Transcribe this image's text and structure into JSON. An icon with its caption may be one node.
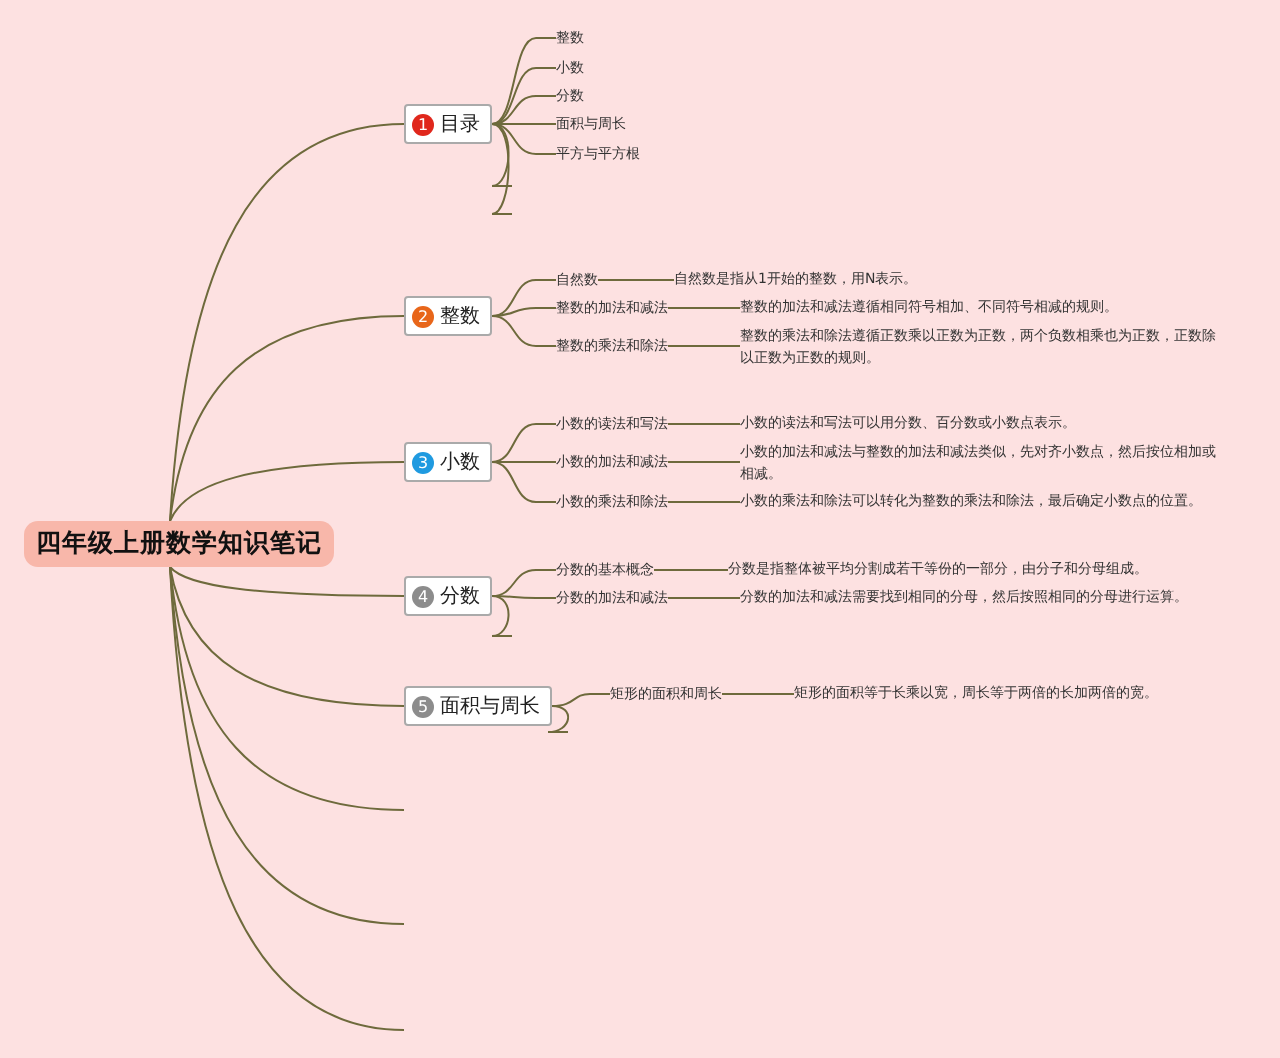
{
  "diagram": {
    "nodes": [
      {
        "text": [
          "四年级上册数学知识笔记"
        ]
      },
      {
        "text": [
          "1",
          "目录"
        ]
      },
      {
        "text": [
          "整数"
        ]
      },
      {
        "text": [
          "小数"
        ]
      },
      {
        "text": [
          "分数"
        ]
      },
      {
        "text": [
          "面积与周长"
        ]
      },
      {
        "text": [
          "平方与平方根"
        ]
      },
      {
        "text": [
          "2",
          "整数"
        ]
      },
      {
        "text": [
          "自然数"
        ]
      },
      {
        "text": [
          "自然数是指从1开始的整数，用N表示。"
        ]
      },
      {
        "text": [
          "整数的加法和减法"
        ]
      },
      {
        "text": [
          "整数的加法和减法遵循相同符号相加、不同符号相减的规则。"
        ]
      },
      {
        "text": [
          "整数的乘法和除法"
        ]
      },
      {
        "text": [
          "整数的乘法和除法遵循正数乘以正数为正数，两个负数相乘也为正数，正数除以正数为正数的规则。"
        ]
      },
      {
        "text": [
          "3",
          "小数"
        ]
      },
      {
        "text": [
          "小数的读法和写法"
        ]
      },
      {
        "text": [
          "小数的读法和写法可以用分数、百分数或小数点表示。"
        ]
      },
      {
        "text": [
          "小数的加法和减法"
        ]
      },
      {
        "text": [
          "小数的加法和减法与整数的加法和减法类似，先对齐小数点，然后按位相加或相减。"
        ]
      },
      {
        "text": [
          "小数的乘法和除法"
        ]
      },
      {
        "text": [
          "小数的乘法和除法可以转化为整数的乘法和除法，最后确定小数点的位置。"
        ]
      },
      {
        "text": [
          "4",
          "分数"
        ]
      },
      {
        "text": [
          "分数的基本概念"
        ]
      },
      {
        "text": [
          "分数是指整体被平均分割成若干等份的一部分，由分子和分母组成。"
        ]
      },
      {
        "text": [
          "分数的加法和减法"
        ]
      },
      {
        "text": [
          "分数的加法和减法需要找到相同的分母，然后按照相同的分母进行运算。"
        ]
      },
      {
        "text": [
          "5",
          "面积与周长"
        ]
      },
      {
        "text": [
          "矩形的面积和周长"
        ]
      },
      {
        "text": [
          "矩形的面积等于长乘以宽，周长等于两倍的长加两倍的宽。"
        ]
      }
    ],
    "edges": [
      {
        "from": 0,
        "to": 1,
        "arrow": "none"
      },
      {
        "from": 0,
        "to": 7,
        "arrow": "none"
      },
      {
        "from": 0,
        "to": 14,
        "arrow": "none"
      },
      {
        "from": 0,
        "to": 21,
        "arrow": "none"
      },
      {
        "from": 0,
        "to": 26,
        "arrow": "none"
      },
      {
        "from": 0,
        "to": null,
        "arrow": "none"
      },
      {
        "from": 0,
        "to": null,
        "arrow": "none"
      },
      {
        "from": 0,
        "to": null,
        "arrow": "none"
      },
      {
        "from": 1,
        "to": 2,
        "arrow": "none"
      },
      {
        "from": 1,
        "to": 3,
        "arrow": "none"
      },
      {
        "from": 1,
        "to": 4,
        "arrow": "none"
      },
      {
        "from": 1,
        "to": 5,
        "arrow": "none"
      },
      {
        "from": 1,
        "to": 6,
        "arrow": "none"
      },
      {
        "from": 1,
        "to": null,
        "arrow": "none"
      },
      {
        "from": 1,
        "to": null,
        "arrow": "none"
      },
      {
        "from": 7,
        "to": 8,
        "arrow": "none"
      },
      {
        "from": 7,
        "to": 10,
        "arrow": "none"
      },
      {
        "from": 7,
        "to": 12,
        "arrow": "none"
      },
      {
        "from": 8,
        "to": 9,
        "arrow": "none"
      },
      {
        "from": 10,
        "to": 11,
        "arrow": "none"
      },
      {
        "from": 12,
        "to": 13,
        "arrow": "none"
      },
      {
        "from": 14,
        "to": 15,
        "arrow": "none"
      },
      {
        "from": 14,
        "to": 17,
        "arrow": "none"
      },
      {
        "from": 14,
        "to": 19,
        "arrow": "none"
      },
      {
        "from": 15,
        "to": 16,
        "arrow": "none"
      },
      {
        "from": 17,
        "to": 18,
        "arrow": "none"
      },
      {
        "from": 19,
        "to": 20,
        "arrow": "none"
      },
      {
        "from": 21,
        "to": 22,
        "arrow": "none"
      },
      {
        "from": 21,
        "to": 24,
        "arrow": "none"
      },
      {
        "from": 21,
        "to": null,
        "arrow": "none"
      },
      {
        "from": 22,
        "to": 23,
        "arrow": "none"
      },
      {
        "from": 24,
        "to": 25,
        "arrow": "none"
      },
      {
        "from": 26,
        "to": 27,
        "arrow": "none"
      },
      {
        "from": 26,
        "to": null,
        "arrow": "none"
      },
      {
        "from": 27,
        "to": 28,
        "arrow": "none"
      }
    ]
  }
}
